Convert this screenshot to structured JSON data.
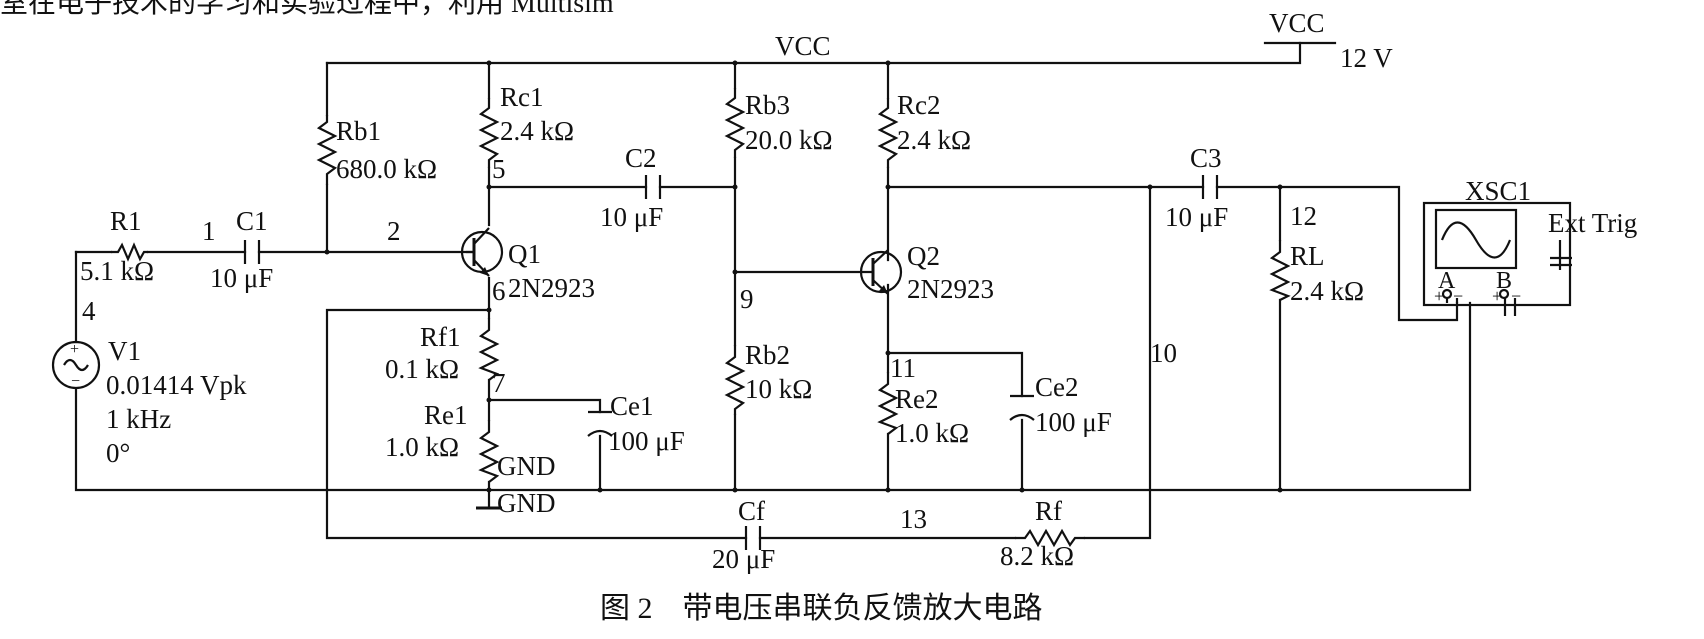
{
  "top_text": "室在电子技术的学习和实验过程中，利用 Multisim",
  "caption": "图 2　带电压串联负反馈放大电路",
  "vcc": {
    "label": "VCC",
    "value": "12 V"
  },
  "vcc_bus_label": "VCC",
  "components": {
    "R1": {
      "name": "R1",
      "value": "5.1 kΩ"
    },
    "C1": {
      "name": "C1",
      "value": "10 μF"
    },
    "V1": {
      "name": "V1",
      "amplitude": "0.01414 Vpk",
      "freq": "1 kHz",
      "phase": "0°"
    },
    "Rb1": {
      "name": "Rb1",
      "value": "680.0 kΩ"
    },
    "Rc1": {
      "name": "Rc1",
      "value": "2.4 kΩ"
    },
    "Q1": {
      "name": "Q1",
      "model": "2N2923"
    },
    "C2": {
      "name": "C2",
      "value": "10 μF"
    },
    "Rf1": {
      "name": "Rf1",
      "value": "0.1 kΩ"
    },
    "Re1": {
      "name": "Re1",
      "value": "1.0 kΩ"
    },
    "Ce1": {
      "name": "Ce1",
      "value": "100 μF"
    },
    "Rb3": {
      "name": "Rb3",
      "value": "20.0 kΩ"
    },
    "Rb2": {
      "name": "Rb2",
      "value": "10 kΩ"
    },
    "Rc2": {
      "name": "Rc2",
      "value": "2.4 kΩ"
    },
    "Q2": {
      "name": "Q2",
      "model": "2N2923"
    },
    "Re2": {
      "name": "Re2",
      "value": "1.0 kΩ"
    },
    "Ce2": {
      "name": "Ce2",
      "value": "100 μF"
    },
    "C3": {
      "name": "C3",
      "value": "10 μF"
    },
    "RL": {
      "name": "RL",
      "value": "2.4 kΩ"
    },
    "Cf": {
      "name": "Cf",
      "value": "20 μF"
    },
    "Rf": {
      "name": "Rf",
      "value": "8.2 kΩ"
    }
  },
  "gnd": [
    "GND",
    "GND"
  ],
  "nodes": [
    "1",
    "2",
    "4",
    "5",
    "6",
    "7",
    "9",
    "10",
    "11",
    "12",
    "13"
  ],
  "scope": {
    "name": "XSC1",
    "ext_trig": "Ext Trig",
    "ch_a": "A",
    "ch_b": "B"
  }
}
